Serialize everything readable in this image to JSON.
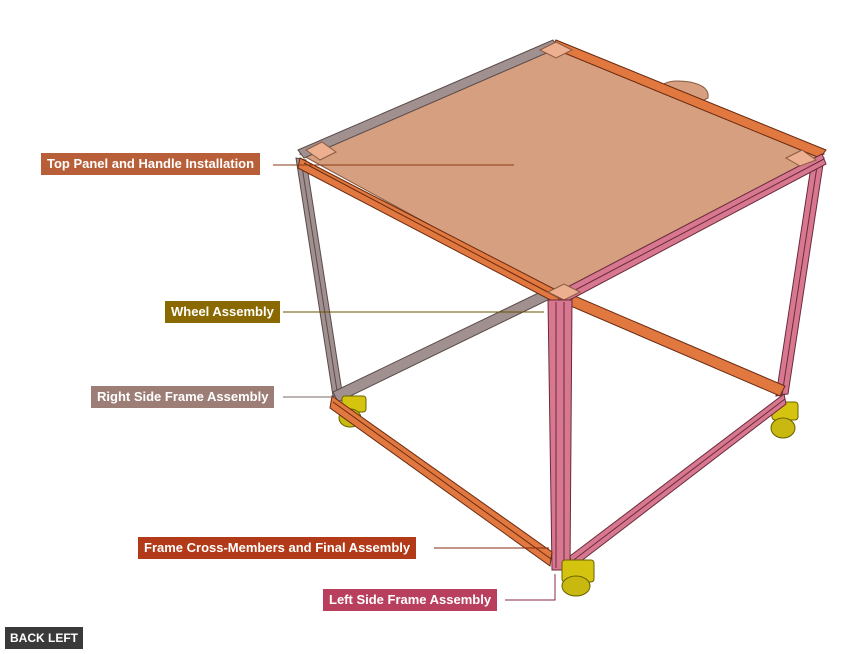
{
  "view": {
    "label": "BACK LEFT"
  },
  "callouts": [
    {
      "id": "top-panel",
      "text": "Top Panel and Handle Installation",
      "color": "#b85e38"
    },
    {
      "id": "wheel",
      "text": "Wheel Assembly",
      "color": "#8a6a00"
    },
    {
      "id": "right-side",
      "text": "Right Side Frame Assembly",
      "color": "#9c7e76"
    },
    {
      "id": "cross-members",
      "text": "Frame Cross-Members and Final Assembly",
      "color": "#b23a18"
    },
    {
      "id": "left-side",
      "text": "Left Side Frame Assembly",
      "color": "#b8405e"
    }
  ],
  "part_colors": {
    "top_panel": "#d6a080",
    "orange_extrusion": "#e07840",
    "pink_extrusion": "#d87890",
    "grey_extrusion": "#a09090",
    "brackets": "#ecb090",
    "casters": "#d4c410"
  }
}
